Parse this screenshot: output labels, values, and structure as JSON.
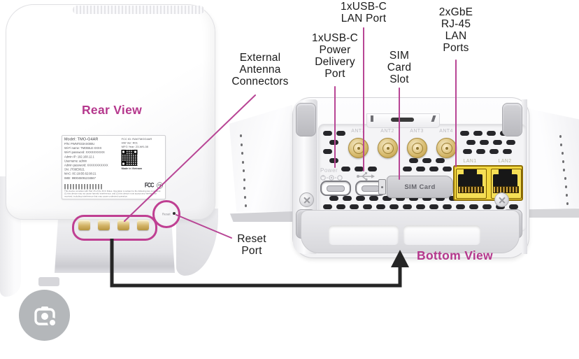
{
  "rear_view": {
    "title": "Rear View",
    "reset_label": "Reset",
    "sticker": {
      "model": "Model: TMO-G4AR",
      "left_lines": [
        "P/N: PWNT033AX000U",
        "Wi-Fi name: TMOBILE-XXXX",
        "Wi-Fi password: XXXXXXXXXX",
        "Admin IP: 192.168.12.1",
        "Username: admin",
        "Admin password: XXXXXXXXXXX",
        "SN: JT09E0621",
        "MAC: 8C:19:B5:62:98:21",
        "IMEI: 990045091234567"
      ],
      "right_lines": [
        "FCC ID: RAKTMOG4AR",
        "HW Ver: R01",
        "MFG Year: 23-WK-08"
      ],
      "made_in": "Made in Vietnam",
      "fcc_mark": "FCC",
      "ul_mark": "UL",
      "compliance": "This device complies with Part 15 of the FCC Rules. Operation is subject to the following two conditions: (1) this device may not cause harmful interference, and (2) this device must accept any interference received, including interference that may cause undesired operation."
    }
  },
  "bottom_view": {
    "title": "Bottom View",
    "power_label": "Power",
    "sim_label": "SIM Card",
    "ant_labels": [
      "ANT1",
      "ANT2",
      "ANT3",
      "ANT4"
    ],
    "lan_labels": [
      "LAN1",
      "LAN2"
    ]
  },
  "callouts": {
    "external_antenna": "External\nAntenna\nConnectors",
    "usb_lan": "1xUSB-C\nLAN Port",
    "usb_power": "1xUSB-C\nPower\nDelivery\nPort",
    "sim": "SIM\nCard\nSlot",
    "gbe": "2xGbE\nRJ-45\nLAN\nPorts",
    "reset": "Reset\nPort"
  },
  "icons": {
    "lens": "google-lens-camera-icon",
    "usb": "usb-trident-icon",
    "power": "power-symbols-icon"
  },
  "colors": {
    "accent_magenta": "#b5388d",
    "leader_line": "#b84595",
    "arrow_black": "#262626",
    "lan_port_yellow": "#f3d83f",
    "antenna_gold": "#d9bd72",
    "lens_button_gray": "#b4b7ba"
  }
}
